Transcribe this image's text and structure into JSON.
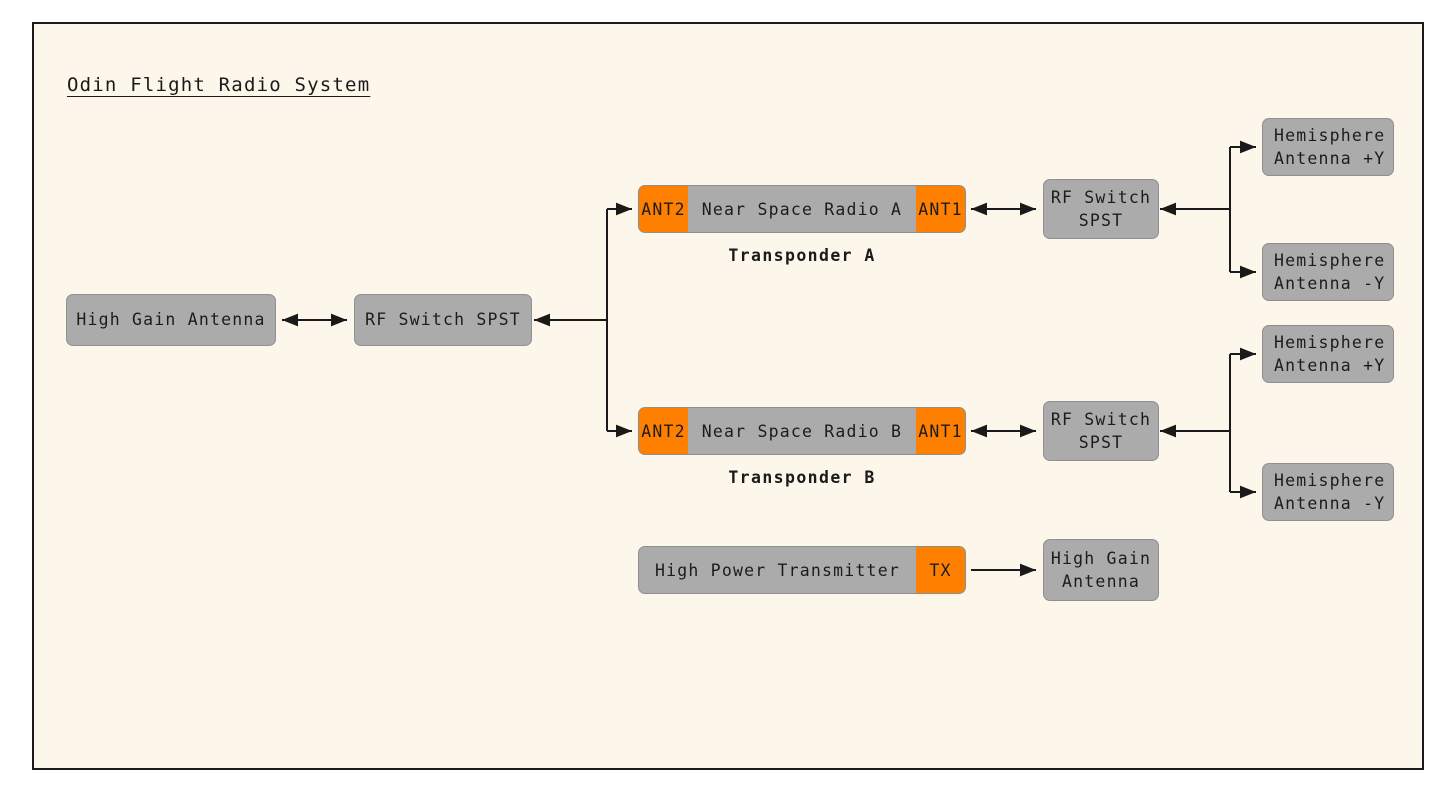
{
  "diagram": {
    "title": "Odin Flight Radio System",
    "colors": {
      "background": "#fdf6ea",
      "block_gray": "#ababab",
      "port_orange": "#ff8000",
      "line": "#1a1a1a",
      "frame": "#1a1a1a"
    }
  },
  "nodes": {
    "high_gain_antenna_rx": {
      "label": "High Gain Antenna"
    },
    "rf_switch_main": {
      "label": "RF Switch SPST"
    },
    "transponder_a": {
      "port_left": "ANT2",
      "body": "Near Space Radio A",
      "port_right": "ANT1",
      "caption": "Transponder A"
    },
    "transponder_b": {
      "port_left": "ANT2",
      "body": "Near Space Radio B",
      "port_right": "ANT1",
      "caption": "Transponder B"
    },
    "rf_switch_a": {
      "label": "RF Switch\nSPST"
    },
    "rf_switch_b": {
      "label": "RF Switch\nSPST"
    },
    "hemi_a_plus_y": {
      "label": "Hemisphere\nAntenna +Y"
    },
    "hemi_a_minus_y": {
      "label": "Hemisphere\nAntenna -Y"
    },
    "hemi_b_plus_y": {
      "label": "Hemisphere\nAntenna +Y"
    },
    "hemi_b_minus_y": {
      "label": "Hemisphere\nAntenna -Y"
    },
    "high_power_transmitter": {
      "body": "High Power Transmitter",
      "port_right": "TX"
    },
    "high_gain_antenna_tx": {
      "label": "High Gain\nAntenna"
    }
  }
}
